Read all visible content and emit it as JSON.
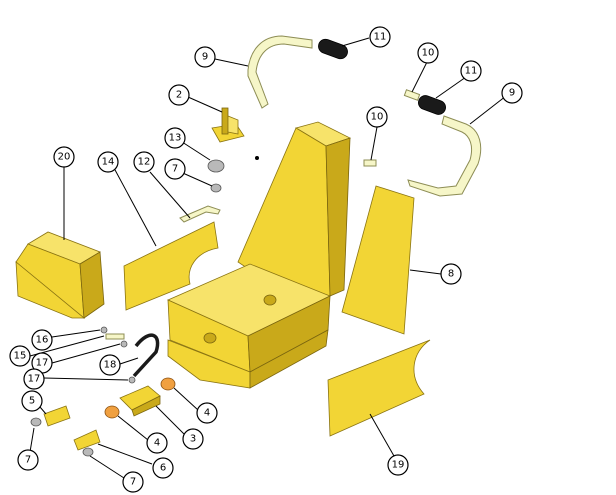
{
  "diagram": {
    "callouts": [
      {
        "label": "9"
      },
      {
        "label": "11"
      },
      {
        "label": "10"
      },
      {
        "label": "11"
      },
      {
        "label": "9"
      },
      {
        "label": "2"
      },
      {
        "label": "10"
      },
      {
        "label": "13"
      },
      {
        "label": "7"
      },
      {
        "label": "20"
      },
      {
        "label": "14"
      },
      {
        "label": "12"
      },
      {
        "label": "8"
      },
      {
        "label": "16"
      },
      {
        "label": "15"
      },
      {
        "label": "17"
      },
      {
        "label": "18"
      },
      {
        "label": "17"
      },
      {
        "label": "5"
      },
      {
        "label": "4"
      },
      {
        "label": "4"
      },
      {
        "label": "3"
      },
      {
        "label": "7"
      },
      {
        "label": "6"
      },
      {
        "label": "7"
      },
      {
        "label": "19"
      }
    ],
    "colors": {
      "panel_yellow": "#f2d535",
      "tube_pale": "#f6f6c8",
      "grip_black": "#1a1a1a",
      "bushing_orange": "#f0a040",
      "hardware_grey": "#b9b9b9"
    }
  }
}
